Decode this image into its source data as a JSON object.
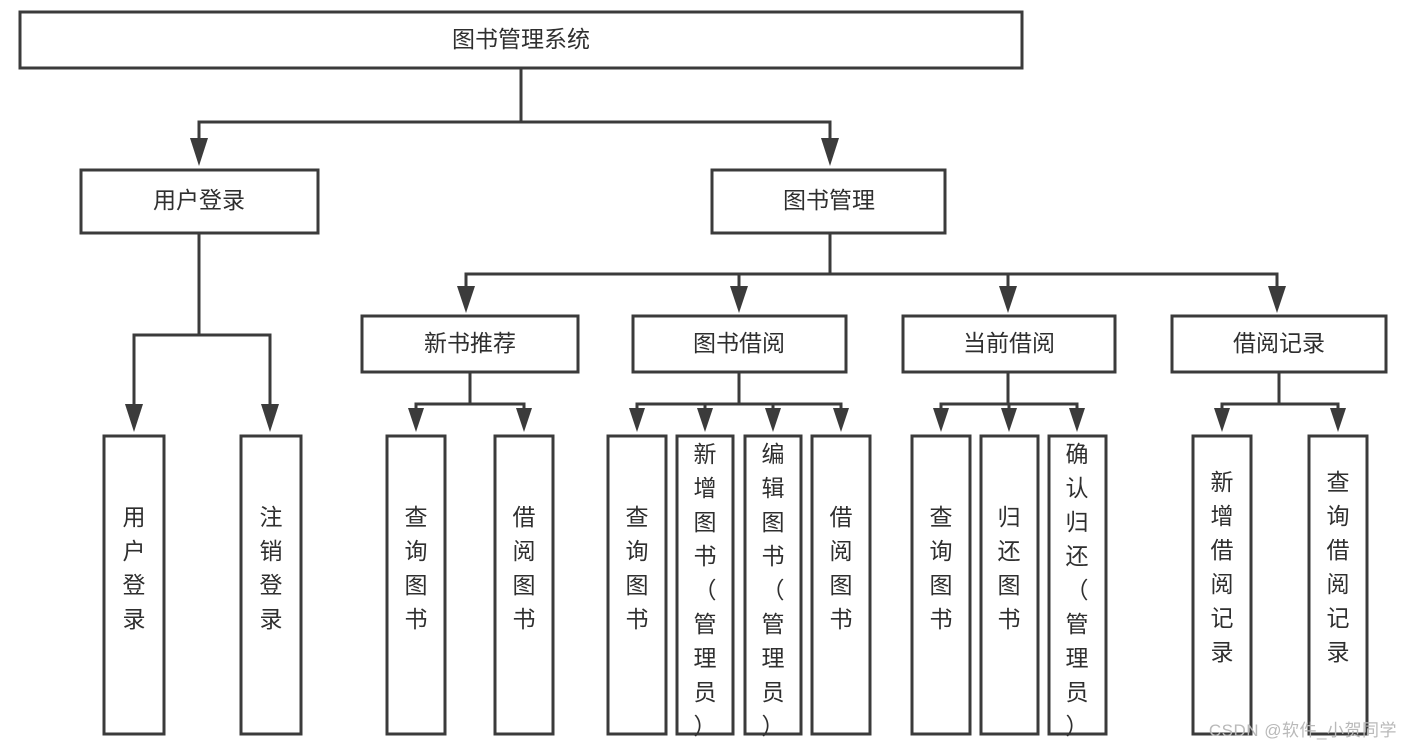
{
  "diagram": {
    "type": "hierarchy-tree",
    "title": "图书管理系统",
    "levels": 4,
    "root": {
      "id": "root",
      "label": "图书管理系统"
    },
    "level2": [
      {
        "id": "user-login",
        "label": "用户登录"
      },
      {
        "id": "book-manage",
        "label": "图书管理"
      }
    ],
    "level3": [
      {
        "id": "new-book-recommend",
        "label": "新书推荐",
        "parent": "book-manage"
      },
      {
        "id": "book-borrow",
        "label": "图书借阅",
        "parent": "book-manage"
      },
      {
        "id": "current-borrow",
        "label": "当前借阅",
        "parent": "book-manage"
      },
      {
        "id": "borrow-record",
        "label": "借阅记录",
        "parent": "book-manage"
      }
    ],
    "leaves": [
      {
        "id": "leaf-user-login",
        "label": "用户登录",
        "parent": "user-login"
      },
      {
        "id": "leaf-logout-login",
        "label": "注销登录",
        "parent": "user-login"
      },
      {
        "id": "leaf-query-book-1",
        "label": "查询图书",
        "parent": "new-book-recommend"
      },
      {
        "id": "leaf-borrow-book-1",
        "label": "借阅图书",
        "parent": "new-book-recommend"
      },
      {
        "id": "leaf-query-book-2",
        "label": "查询图书",
        "parent": "book-borrow"
      },
      {
        "id": "leaf-add-book",
        "label": "新增图书（管理员）",
        "parent": "book-borrow"
      },
      {
        "id": "leaf-edit-book",
        "label": "编辑图书（管理员）",
        "parent": "book-borrow"
      },
      {
        "id": "leaf-borrow-book-2",
        "label": "借阅图书",
        "parent": "book-borrow"
      },
      {
        "id": "leaf-query-book-3",
        "label": "查询图书",
        "parent": "current-borrow"
      },
      {
        "id": "leaf-return-book",
        "label": "归还图书",
        "parent": "current-borrow"
      },
      {
        "id": "leaf-confirm-return",
        "label": "确认归还（管理员）",
        "parent": "current-borrow"
      },
      {
        "id": "leaf-add-record",
        "label": "新增借阅记录",
        "parent": "borrow-record"
      },
      {
        "id": "leaf-query-record",
        "label": "查询借阅记录",
        "parent": "borrow-record"
      }
    ],
    "colors": {
      "box_stroke": "#3b3b3b",
      "box_fill": "#ffffff",
      "text": "#2f2f2f",
      "background": "#ffffff",
      "watermark": "#b9b9b9"
    }
  },
  "watermark": {
    "text": "CSDN @软件_小贺同学"
  }
}
